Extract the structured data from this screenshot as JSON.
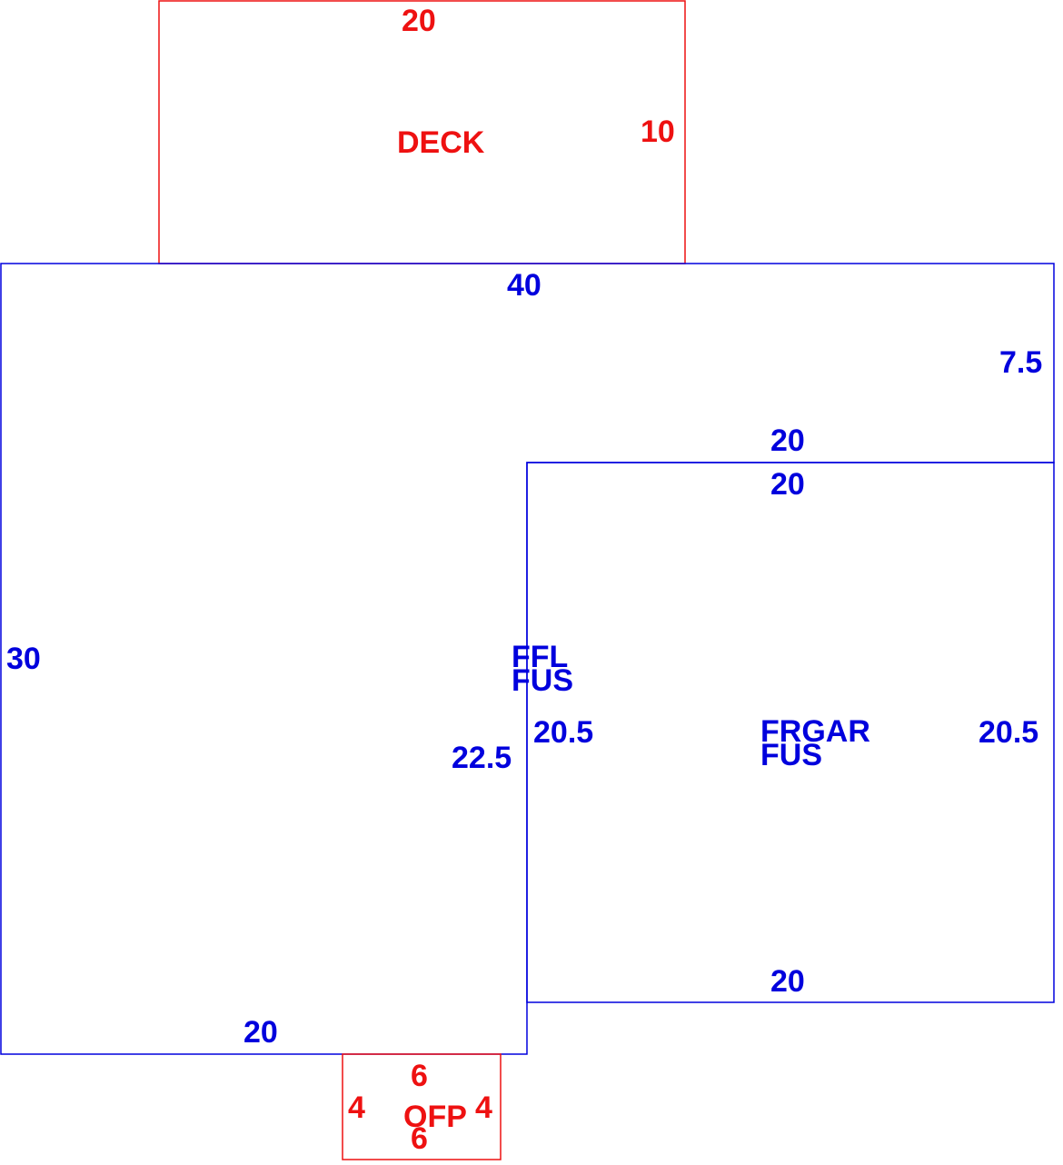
{
  "colors": {
    "living": "#0000dd",
    "exterior": "#ee1111",
    "background": "#ffffff"
  },
  "areas": {
    "deck": {
      "label": "DECK",
      "top": "20",
      "right": "10"
    },
    "main": {
      "label_line1": "FFL",
      "label_line2": "FUS",
      "top": "40",
      "right_upper": "7.5",
      "step_top": "20",
      "left": "30",
      "step_right": "22.5",
      "bottom": "20"
    },
    "garage": {
      "label_line1": "FRGAR",
      "label_line2": "FUS",
      "top": "20",
      "left": "20.5",
      "right": "20.5",
      "bottom": "20"
    },
    "porch": {
      "label": "OFP",
      "top": "6",
      "left": "4",
      "right": "4",
      "bottom": "6"
    }
  }
}
